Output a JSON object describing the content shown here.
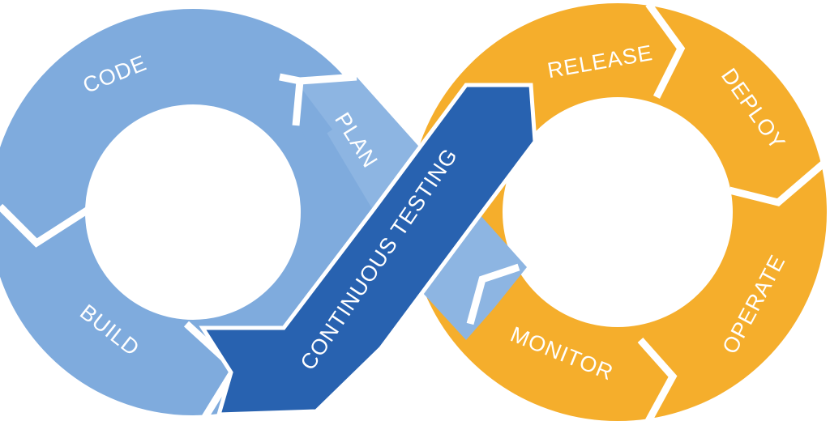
{
  "diagram": {
    "stages": {
      "code": "CODE",
      "build": "BUILD",
      "plan": "PLAN",
      "continuous_testing": "CONTINUOUS TESTING",
      "release": "RELEASE",
      "deploy": "DEPLOY",
      "operate": "OPERATE",
      "monitor": "MONITOR"
    },
    "colors": {
      "dev_light_blue": "#7fabdd",
      "plan_blue": "#8db5e2",
      "testing_dark_blue": "#2862b0",
      "ops_orange": "#f5ae2c"
    }
  }
}
